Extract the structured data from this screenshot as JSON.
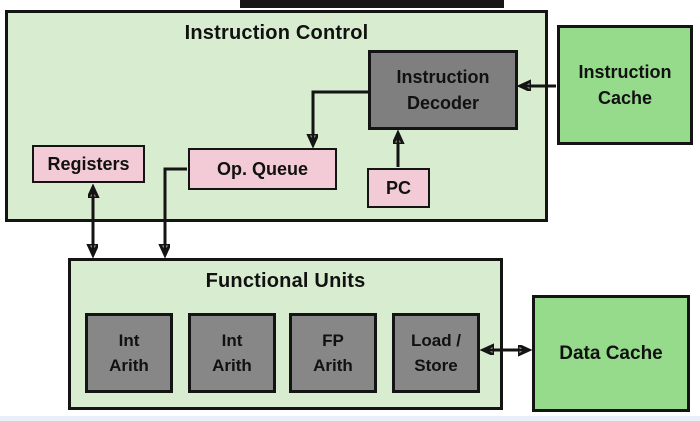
{
  "colors": {
    "panel_green": "#d8ecd0",
    "cache_green": "#96da8c",
    "pink": "#f2cbd6",
    "gray_dark": "#7f7f7f",
    "gray_unit": "#878787",
    "border": "#141414",
    "text": "#111111",
    "top_bar": "#161616",
    "bottom_strip": "#e9eff8"
  },
  "instruction_control": {
    "title": "Instruction Control"
  },
  "instruction_decoder": {
    "line1": "Instruction",
    "line2": "Decoder"
  },
  "registers": {
    "label": "Registers"
  },
  "op_queue": {
    "label": "Op. Queue"
  },
  "pc": {
    "label": "PC"
  },
  "instruction_cache": {
    "line1": "Instruction",
    "line2": "Cache"
  },
  "functional_units": {
    "title": "Functional Units",
    "units": [
      {
        "line1": "Int",
        "line2": "Arith"
      },
      {
        "line1": "Int",
        "line2": "Arith"
      },
      {
        "line1": "FP",
        "line2": "Arith"
      },
      {
        "line1": "Load /",
        "line2": "Store"
      }
    ]
  },
  "data_cache": {
    "label": "Data Cache"
  }
}
